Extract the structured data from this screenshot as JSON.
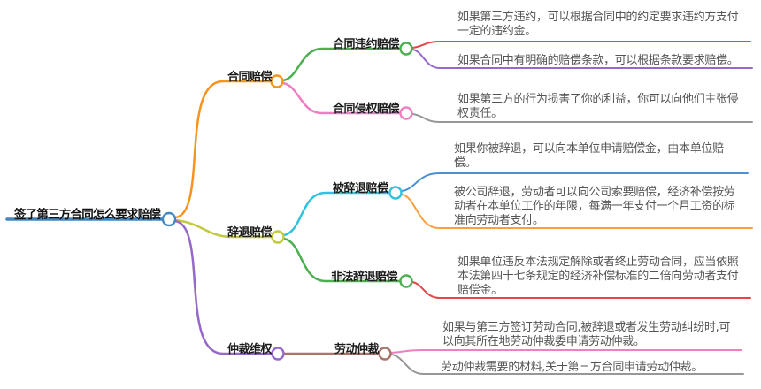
{
  "mindmap": {
    "root": {
      "label": "签了第三方合同怎么要求赔偿",
      "color": "#4187c3"
    },
    "branches": [
      {
        "label": "合同赔偿",
        "color": "#f7941e",
        "children": [
          {
            "label": "合同违约赔偿",
            "color": "#4caf50",
            "leaves": [
              {
                "text": "如果第三方违约，可以根据合同中的约定要求违约方支付一定的违约金。",
                "color": "#e14848"
              },
              {
                "text": "如果合同中有明确的赔偿条款，可以根据条款要求赔偿。",
                "color": "#9668c9"
              }
            ]
          },
          {
            "label": "合同侵权赔偿",
            "color": "#ee7fc1",
            "leaves": [
              {
                "text": "如果第三方的行为损害了你的利益，你可以向他们主张侵权责任。",
                "color": "#979797"
              }
            ]
          }
        ]
      },
      {
        "label": "辞退赔偿",
        "color": "#c2c93f",
        "children": [
          {
            "label": "被辞退赔偿",
            "color": "#30c3e0",
            "leaves": [
              {
                "text": "如果你被辞退，可以向本单位申请赔偿金，由本单位赔偿。",
                "color": "#4a90d2"
              },
              {
                "text": "被公司辞退，劳动者可以向公司索要赔偿，经济补偿按劳动者在本单位工作的年限，每满一年支付一个月工资的标准向劳动者支付。",
                "color": "#f9a03c"
              }
            ]
          },
          {
            "label": "非法辞退赔偿",
            "color": "#4caf50",
            "leaves": [
              {
                "text": "如果单位违反本法规定解除或者终止劳动合同，应当依照本法第四十七条规定的经济补偿标准的二倍向劳动者支付赔偿金。",
                "color": "#e14848"
              }
            ]
          }
        ]
      },
      {
        "label": "仲裁维权",
        "color": "#9668c9",
        "children": [
          {
            "label": "劳动仲裁",
            "color": "#a8756b",
            "leaves": [
              {
                "text": "如果与第三方签订劳动合同,被辞退或者发生劳动纠纷时,可以向其所在地劳动仲裁委申请劳动仲裁。",
                "color": "#ee7fc1"
              },
              {
                "text": "劳动仲裁需要的材料,关于第三方合同申请劳动仲裁。",
                "color": "#979797"
              }
            ]
          }
        ]
      }
    ]
  }
}
